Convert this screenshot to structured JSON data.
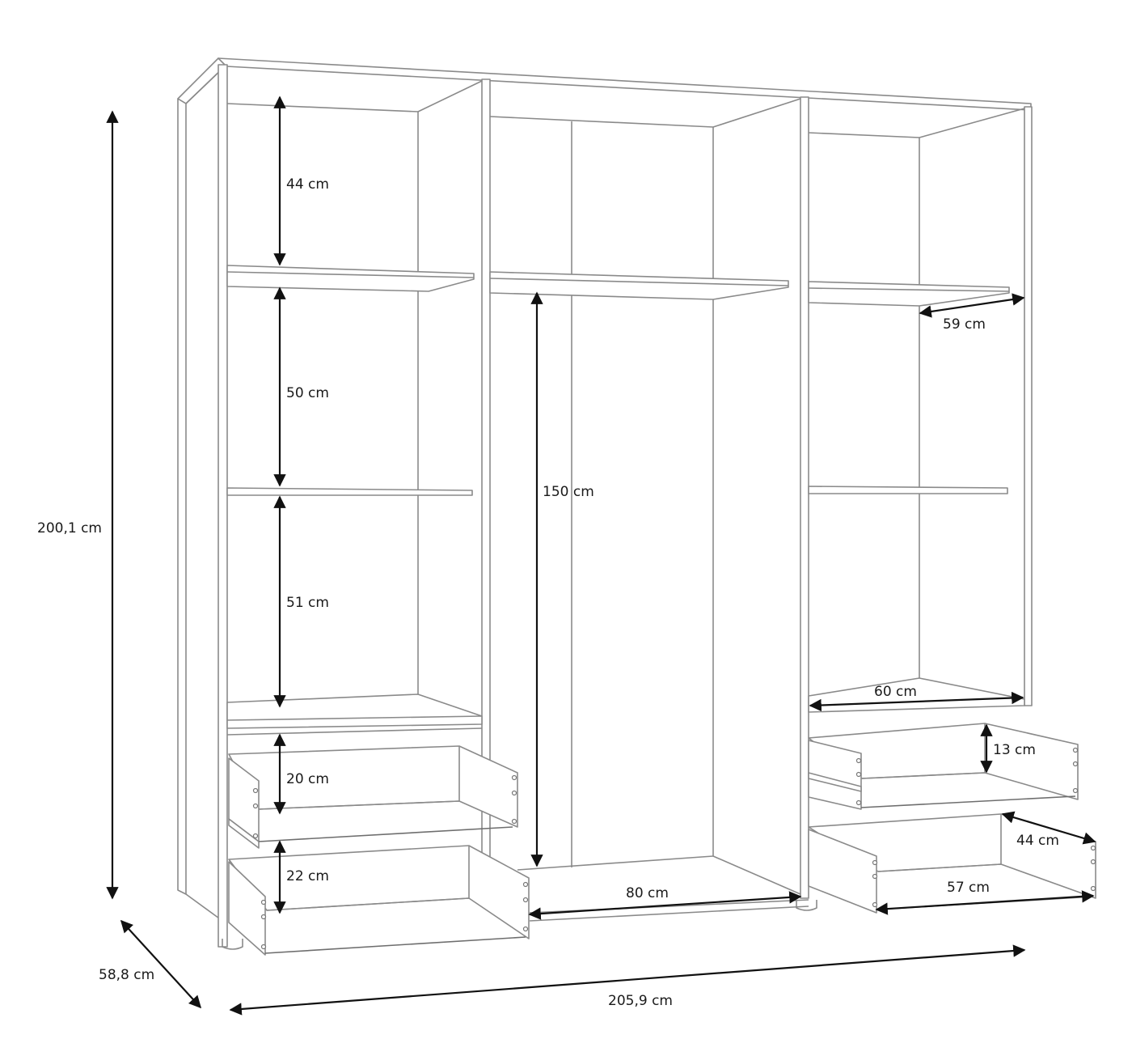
{
  "diagram": {
    "type": "wardrobe-dimension-drawing",
    "stroke_color": "#8a8a8a",
    "dimension_color": "#111111",
    "overall": {
      "height": "200,1 cm",
      "width": "205,9 cm",
      "depth": "58,8 cm"
    },
    "left_section": {
      "compartments": [
        {
          "label": "44 cm"
        },
        {
          "label": "50 cm"
        },
        {
          "label": "51 cm"
        }
      ],
      "drawers": [
        {
          "label": "20 cm"
        },
        {
          "label": "22 cm"
        }
      ]
    },
    "middle_section": {
      "hanging_height": "150 cm",
      "inner_width": "80 cm"
    },
    "right_section": {
      "shelf_depth": "59 cm",
      "base_width": "60 cm",
      "drawers": [
        {
          "label": "13 cm"
        },
        {
          "label": "44 cm",
          "type": "drawer-depth"
        },
        {
          "label": "57 cm",
          "type": "drawer-width"
        }
      ]
    }
  }
}
